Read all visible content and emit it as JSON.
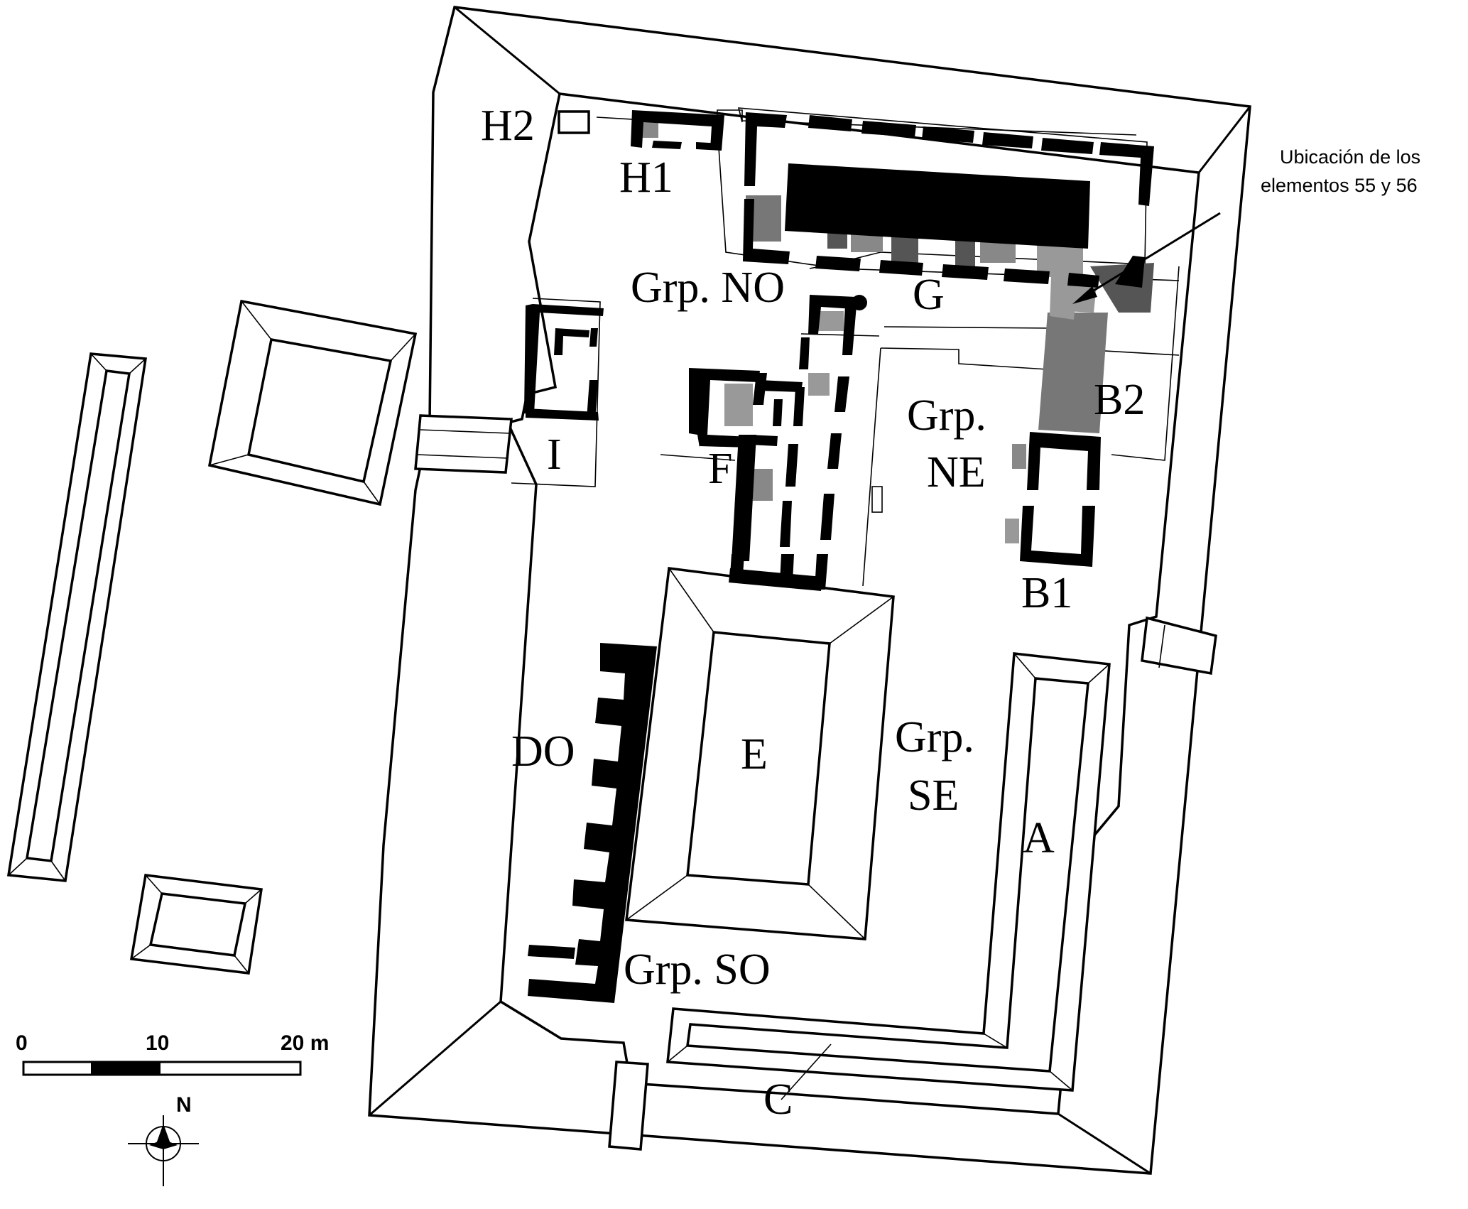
{
  "labels": {
    "H2": "H2",
    "H1": "H1",
    "grp_no": "Grp. NO",
    "G": "G",
    "I": "I",
    "F": "F",
    "B2": "B2",
    "grp_ne_1": "Grp.",
    "grp_ne_2": "NE",
    "B1": "B1",
    "DO": "DO",
    "E": "E",
    "grp_se_1": "Grp.",
    "grp_se_2": "SE",
    "A": "A",
    "grp_so": "Grp. SO",
    "C": "C"
  },
  "annotation": {
    "line1": "Ubicación de los",
    "line2": "elementos 55 y 56"
  },
  "scale_bar": {
    "tick_0": "0",
    "tick_10": "10",
    "tick_20": "20 m"
  },
  "north_arrow": {
    "label": "N"
  },
  "colors": {
    "ink": "#000000",
    "dark_fill": "#444444",
    "mid_fill": "#777777",
    "light_fill": "#aaaaaa"
  }
}
